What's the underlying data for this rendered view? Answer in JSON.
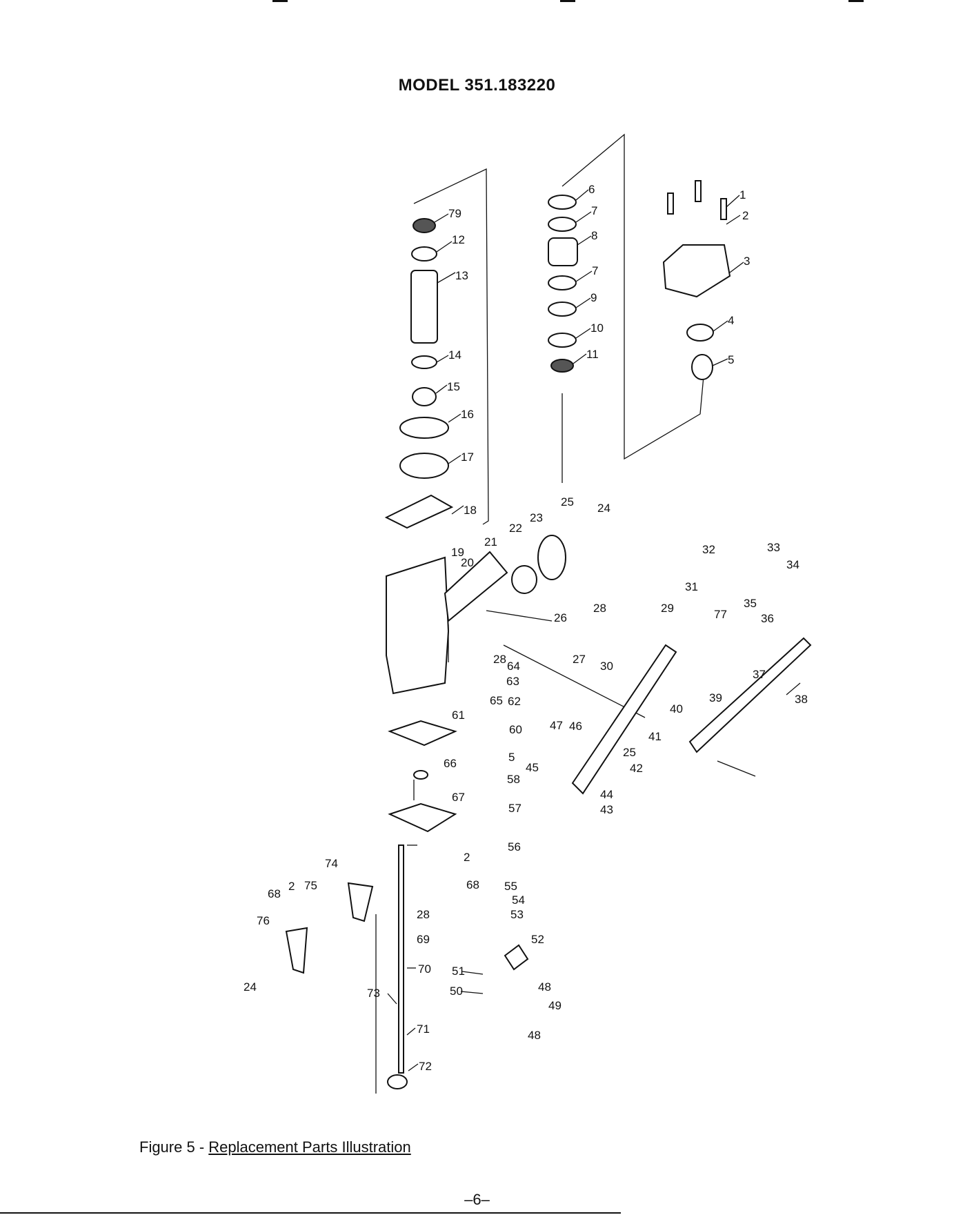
{
  "page": {
    "title": "MODEL 351.183220",
    "caption_prefix": "Figure 5 - ",
    "caption_link": "Replacement Parts Illustration",
    "page_number": "–6–"
  },
  "callouts": [
    "79",
    "12",
    "13",
    "14",
    "15",
    "16",
    "17",
    "18",
    "19",
    "20",
    "21",
    "22",
    "23",
    "25",
    "24",
    "6",
    "7",
    "8",
    "7",
    "9",
    "10",
    "11",
    "1",
    "2",
    "3",
    "4",
    "5",
    "32",
    "33",
    "34",
    "31",
    "35",
    "77",
    "36",
    "28",
    "29",
    "26",
    "27",
    "28",
    "30",
    "37",
    "38",
    "39",
    "40",
    "64",
    "63",
    "62",
    "65",
    "61",
    "60",
    "5",
    "58",
    "47",
    "46",
    "41",
    "45",
    "25",
    "42",
    "66",
    "67",
    "57",
    "44",
    "43",
    "74",
    "75",
    "2",
    "68",
    "2",
    "68",
    "56",
    "76",
    "55",
    "54",
    "53",
    "28",
    "69",
    "52",
    "70",
    "51",
    "48",
    "24",
    "73",
    "50",
    "49",
    "48",
    "71",
    "72"
  ]
}
